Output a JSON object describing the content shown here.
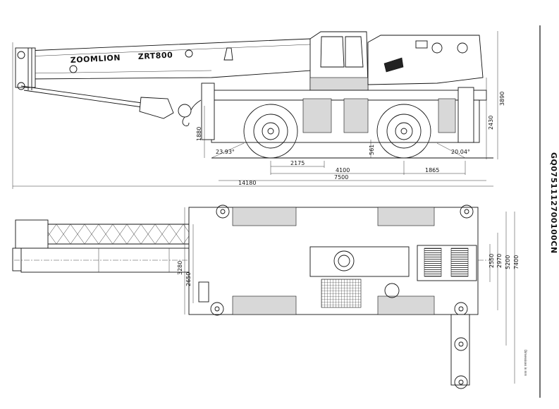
{
  "drawing": {
    "brand_text": "ZOOMLION",
    "model_text": "ZRT800",
    "document_code": "GQ0751112700100CN",
    "margin_note": "Dimensions in mm"
  },
  "side_view_dimensions": {
    "overall_length": "14180",
    "wheelbase": "4100",
    "rear_overhang_to_axle": "2175",
    "front_axle_offset": "1865",
    "total_base": "7500",
    "overall_height": "3890",
    "cab_height": "2430",
    "boom_pivot_height": "1880",
    "ground_clearance": "561",
    "approach_angle": "23.93°",
    "departure_angle": "20.04°"
  },
  "top_view_dimensions": {
    "width_2650": "2650",
    "width_3280": "3280",
    "outrigger_2550": "2550",
    "outrigger_2970": "2970",
    "outrigger_5200": "5200",
    "outrigger_7400": "7400"
  }
}
